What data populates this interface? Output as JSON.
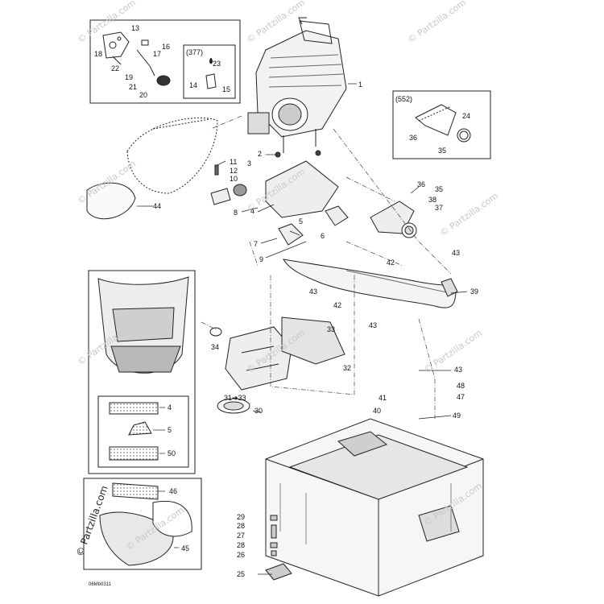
{
  "diagram": {
    "box_top_left_labels": [
      "13",
      "16",
      "17",
      "18",
      "22",
      "19",
      "21",
      "20"
    ],
    "box_377": {
      "title": "(377)",
      "labels": [
        "23",
        "14",
        "15"
      ]
    },
    "box_552": {
      "title": "(552)",
      "labels": [
        "24",
        "36",
        "35"
      ]
    },
    "main_labels": {
      "p1": "1",
      "p2": "2",
      "p11": "11",
      "p12": "12",
      "p10": "10",
      "p3": "3",
      "p8": "8",
      "p4": "4",
      "p5": "5",
      "p6": "6",
      "p7": "7",
      "p9": "9",
      "p44": "44",
      "p36": "36",
      "p35": "35",
      "p38": "38",
      "p37": "37",
      "p42a": "42",
      "p43a": "43",
      "p39": "39",
      "p43b": "43",
      "p42b": "42",
      "p43c": "43",
      "p33": "33",
      "p34": "34",
      "p32": "32",
      "p3133": "31➔33",
      "p30": "30",
      "p43d": "43",
      "p48": "48",
      "p47": "47",
      "p49": "49",
      "p41": "41",
      "p40": "40",
      "p29": "29",
      "p28a": "28",
      "p27": "27",
      "p28b": "28",
      "p26": "26",
      "p25": "25"
    },
    "legend_labels": {
      "l4": "4",
      "l5": "5",
      "l50": "50"
    },
    "bottom_left_labels": {
      "p46": "46",
      "p45": "45"
    },
    "drawing_code": "06Mb0311",
    "watermark": "© Partzilla.com"
  }
}
